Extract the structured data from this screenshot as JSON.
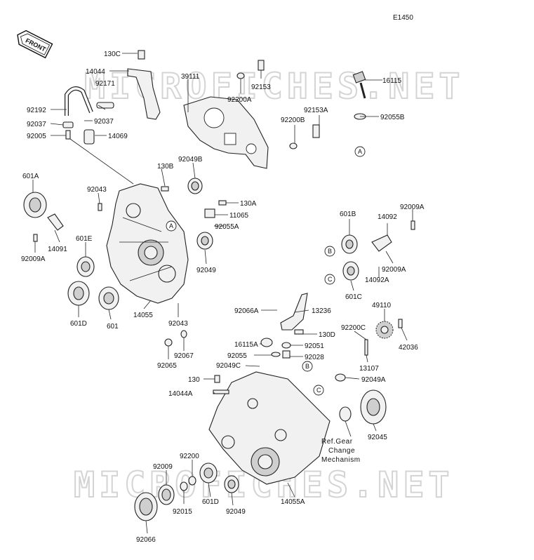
{
  "diagram_code": "E1450",
  "front_badge": "FRONT",
  "watermark_text": "MICROFICHES.NET",
  "ref_note": [
    "Ref.Gear",
    "Change",
    "Mechanism"
  ],
  "circle_refs": [
    "A",
    "A",
    "B",
    "B",
    "C",
    "C"
  ],
  "labels": [
    "130C",
    "14044",
    "92171",
    "92192",
    "92037",
    "92037",
    "92005",
    "14069",
    "39111",
    "92200A",
    "92153",
    "16115",
    "92055B",
    "92153A",
    "92200B",
    "130B",
    "92049B",
    "601A",
    "92043",
    "130A",
    "11065",
    "92055A",
    "14091",
    "92009A",
    "601E",
    "92049",
    "601D",
    "601",
    "14055",
    "92043",
    "92067",
    "92065",
    "601B",
    "14092",
    "92009A",
    "92009A",
    "14092A",
    "601C",
    "92066A",
    "13236",
    "130D",
    "49110",
    "42036",
    "16115A",
    "92051",
    "92055",
    "92028",
    "92200C",
    "13107",
    "92049C",
    "130",
    "14044A",
    "92049A",
    "92045",
    "92200",
    "92009",
    "92015",
    "601D",
    "92049",
    "14055A",
    "92066"
  ]
}
